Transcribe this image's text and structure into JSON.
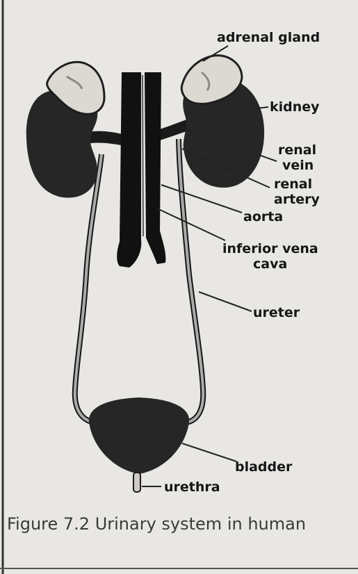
{
  "labels": {
    "adrenal_gland": "adrenal gland",
    "kidney": "kidney",
    "renal_vein_1": "renal",
    "renal_vein_2": "vein",
    "renal_artery_1": "renal",
    "renal_artery_2": "artery",
    "aorta": "aorta",
    "inferior_vena_cava_1": "inferior vena",
    "inferior_vena_cava_2": "cava",
    "ureter": "ureter",
    "bladder": "bladder",
    "urethra": "urethra"
  },
  "caption": "Figure 7.2 Urinary system in human",
  "colors": {
    "page": "#e9e7e4",
    "organ": "#262626",
    "adrenal": "#d9d6d0",
    "vessel": "#151515",
    "ureter": "#ababab",
    "text": "#161616",
    "caption": "#3a3a3a"
  }
}
